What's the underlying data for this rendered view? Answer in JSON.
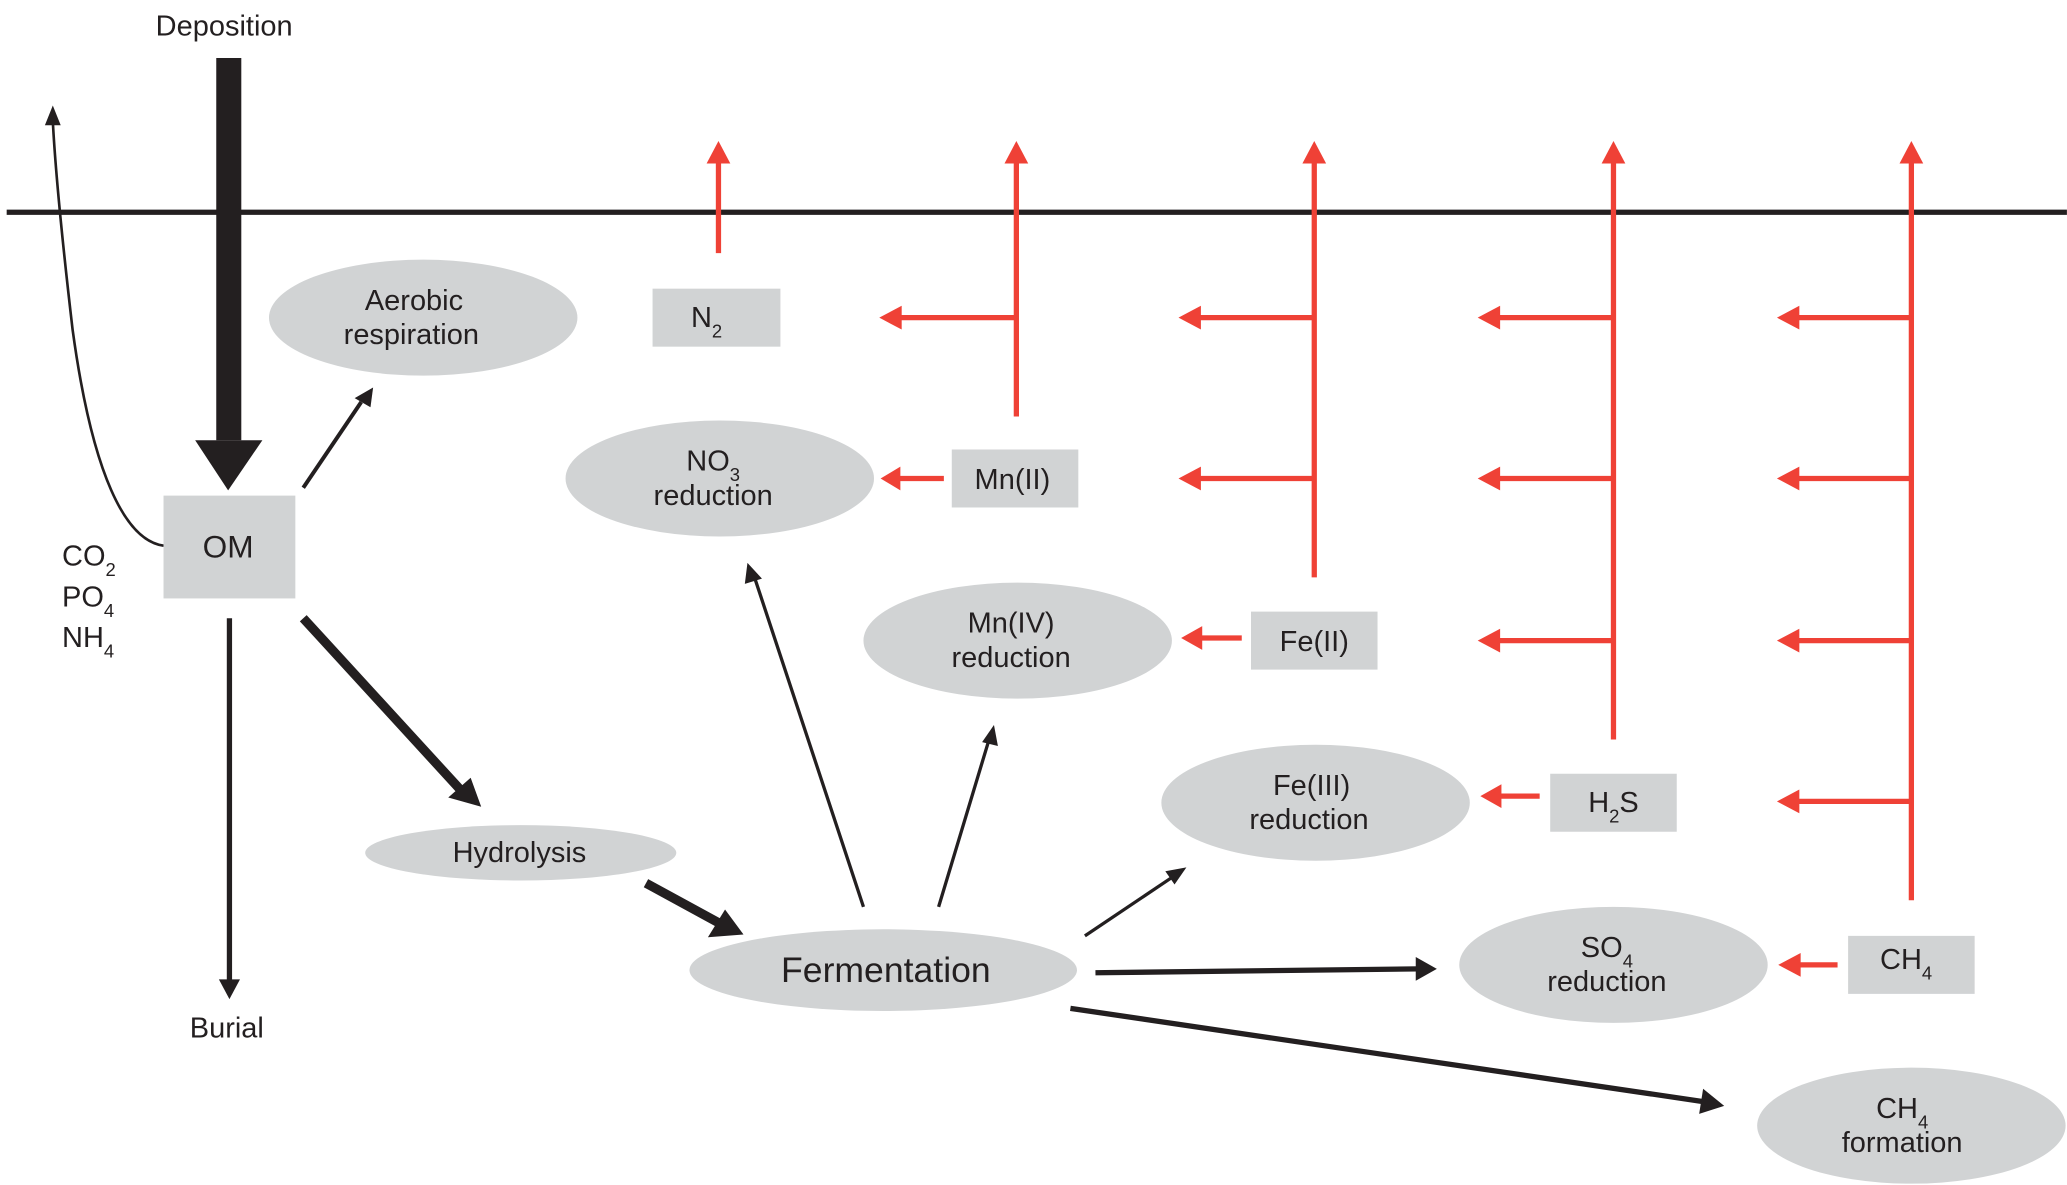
{
  "colors": {
    "node_fill": "#d1d3d4",
    "flux_red": "#ef4136",
    "arrow_black": "#231f20"
  },
  "labels": {
    "deposition": "Deposition",
    "burial": "Burial",
    "co2": "CO",
    "co2_sub": "2",
    "po4": "PO",
    "po4_sub": "4",
    "nh4": "NH",
    "nh4_sub": "4"
  },
  "nodes": {
    "om": "OM",
    "aerobic_1": "Aerobic",
    "aerobic_2": "respiration",
    "hydrolysis": "Hydrolysis",
    "fermentation": "Fermentation",
    "no3_1": "NO",
    "no3_sub": "3",
    "no3_2": "reduction",
    "mn4_1": "Mn(IV)",
    "mn4_2": "reduction",
    "fe3_1": "Fe(III)",
    "fe3_2": "reduction",
    "so4_1": "SO",
    "so4_sub": "4",
    "so4_2": "reduction",
    "ch4f_1": "CH",
    "ch4f_sub": "4",
    "ch4f_2": "formation"
  },
  "products": {
    "n2": "N",
    "n2_sub": "2",
    "mn2": "Mn(II)",
    "fe2": "Fe(II)",
    "h2s_a": "H",
    "h2s_sub": "2",
    "h2s_b": "S",
    "ch4": "CH",
    "ch4_sub": "4"
  }
}
